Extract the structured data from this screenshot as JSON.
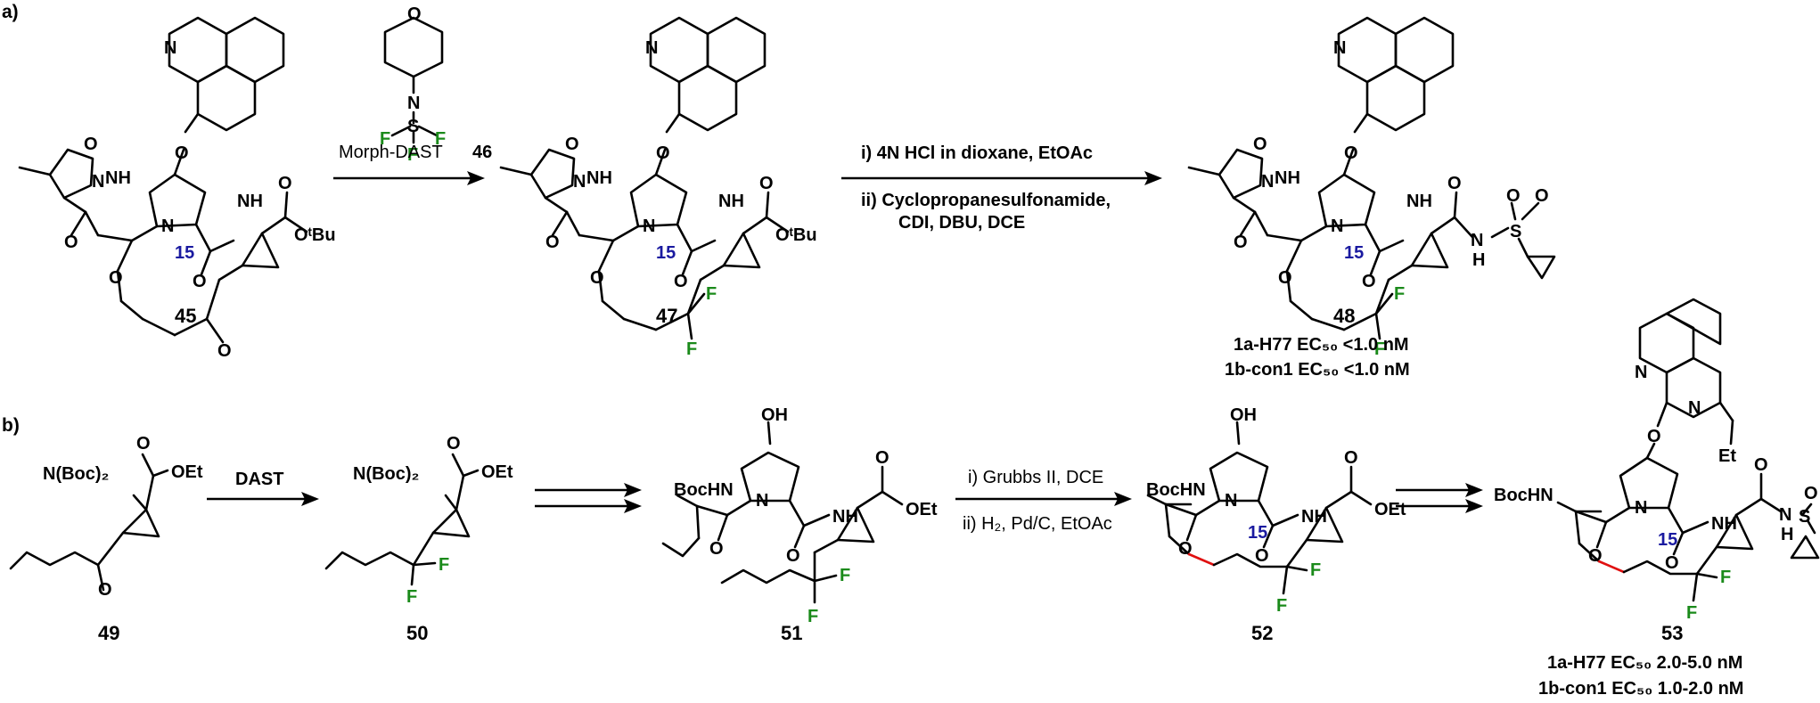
{
  "panels": {
    "a_label": "a)",
    "b_label": "b)"
  },
  "compounds": {
    "c45": "45",
    "c47": "47",
    "c48": "48",
    "c49": "49",
    "c50": "50",
    "c51": "51",
    "c52": "52",
    "c53": "53"
  },
  "reagents": {
    "morph_dast": "Morph-DAST",
    "morph_dast_num": "46",
    "step_a2_i": "i) 4N HCl in dioxane, EtOAc",
    "step_a2_ii": "ii) Cyclopropanesulfonamide,",
    "step_a2_ii_b": "CDI, DBU, DCE",
    "dast": "DAST",
    "step_b3_i": "i) Grubbs II, DCE",
    "step_b3_ii": "ii) H₂, Pd/C, EtOAc"
  },
  "activity": {
    "c48_line1": "1a-H77 EC₅₀ <1.0 nM",
    "c48_line2": "1b-con1 EC₅₀ <1.0 nM",
    "c53_line1": "1a-H77 EC₅₀ 2.0-5.0 nM",
    "c53_line2": "1b-con1 EC₅₀ 1.0-2.0 nM"
  },
  "ring_size": "15",
  "atoms": {
    "N": "N",
    "O": "O",
    "F": "F",
    "S": "S",
    "H": "H",
    "NH": "NH",
    "OH": "OH",
    "OtBu": "OᵗBu",
    "OEt": "OEt",
    "Et": "Et",
    "BocHN": "BocHN",
    "NBoc2": "N(Boc)₂"
  },
  "colors": {
    "fluorine": "#1a8a1a",
    "ring_label": "#1a1aa0",
    "new_bond": "#e01010"
  }
}
